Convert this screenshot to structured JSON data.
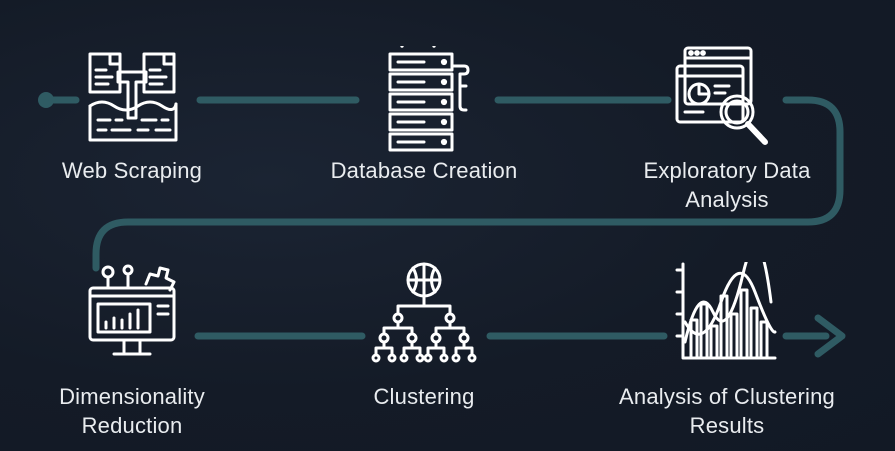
{
  "colors": {
    "background": "#141b27",
    "connector": "#2f5b63",
    "icon_stroke": "#ffffff",
    "text": "#e9ecef"
  },
  "steps": [
    {
      "icon": "web-scraping-icon",
      "label_lines": [
        "Web Scraping"
      ]
    },
    {
      "icon": "database-icon",
      "label_lines": [
        "Database Creation"
      ]
    },
    {
      "icon": "exploratory-analysis-icon",
      "label_lines": [
        "Exploratory Data",
        "Analysis"
      ]
    },
    {
      "icon": "dimensionality-reduction-icon",
      "label_lines": [
        "Dimensionality",
        "Reduction"
      ]
    },
    {
      "icon": "clustering-icon",
      "label_lines": [
        "Clustering"
      ]
    },
    {
      "icon": "results-chart-icon",
      "label_lines": [
        "Analysis of Clustering",
        "Results"
      ]
    }
  ]
}
